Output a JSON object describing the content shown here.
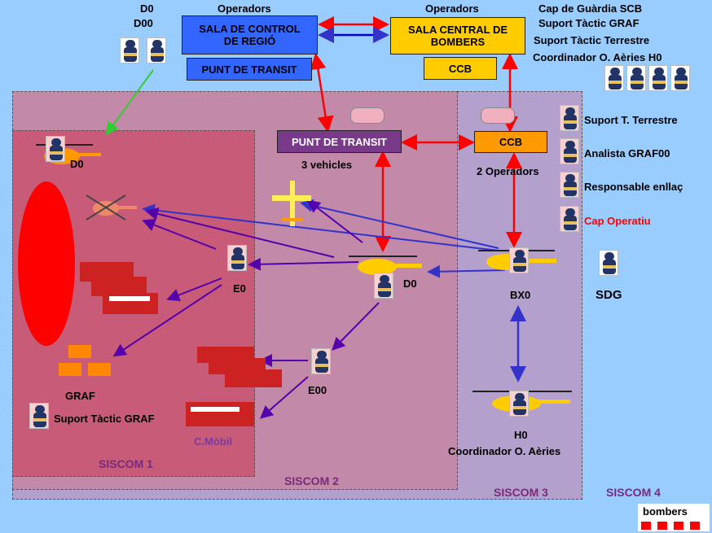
{
  "top": {
    "d0_label": "D0",
    "d00_label": "D00",
    "operadors_1": "Operadors",
    "operadors_2": "Operadors",
    "sala_control": "SALA DE CONTROL DE REGIÓ",
    "punt_transit_top": "PUNT DE TRANSIT",
    "sala_central": "SALA CENTRAL DE BOMBERS",
    "ccb_top": "CCB",
    "roles": [
      "Cap de Guàrdia SCB",
      "Suport Tàctic GRAF",
      "Suport Tàctic Terrestre",
      "Coordinador O. Aèries H0"
    ]
  },
  "middle": {
    "punt_transit": "PUNT DE TRANSIT",
    "vehicles": "3 vehicles",
    "ccb": "CCB",
    "operadors": "2 Operadors"
  },
  "side_roles": [
    {
      "label": "Suport T. Terrestre",
      "color": "#000000"
    },
    {
      "label": "Analista GRAF00",
      "color": "#000000"
    },
    {
      "label": "Responsable enllaç",
      "color": "#000000"
    },
    {
      "label": "Cap Operatiu",
      "color": "#ff0000"
    }
  ],
  "nodes": {
    "d0_heli": "D0",
    "e0": "E0",
    "d0_center": "D0",
    "bx0": "BX0",
    "sdg": "SDG",
    "e00": "E00",
    "graf": "GRAF",
    "suport_tactic_graf": "Suport Tàctic GRAF",
    "c_mobil": "C.Mòbil",
    "h0": "H0",
    "coordinador": "Coordinador O. Aèries"
  },
  "zones": [
    "SISCOM 1",
    "SISCOM 2",
    "SISCOM 3",
    "SISCOM 4"
  ],
  "logo": "bombers",
  "colors": {
    "background": "#99ccff",
    "red_arrow": "#ff0000",
    "blue_arrow": "#3333cc",
    "purple_arrow": "#5500aa",
    "green_arrow": "#33cc33"
  }
}
